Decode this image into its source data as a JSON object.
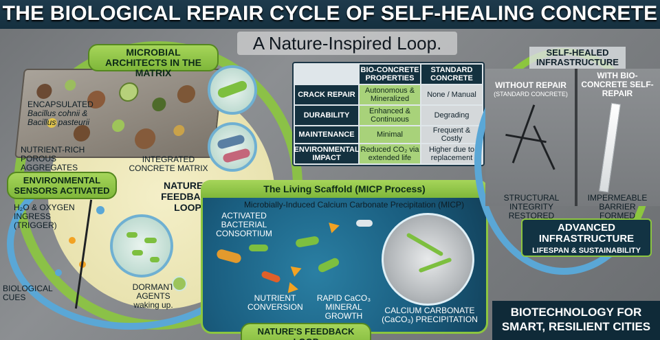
{
  "header": {
    "title": "THE BIOLOGICAL REPAIR CYCLE OF SELF-HEALING CONCRETE",
    "subtitle": "A Nature-Inspired Loop."
  },
  "microbial": {
    "heading": "MICROBIAL ARCHITECTS IN THE MATRIX",
    "encapsulated": "ENCAPSULATED",
    "species1": "Bacillus cohnii &",
    "species2": "Bacillus pasteurii",
    "nutrient_rich": "NUTRIENT-RICH POROUS AGGREGATES",
    "integrated": "INTEGRATED CONCRETE MATRIX"
  },
  "loop": {
    "label": "NATURE'S FEEDBACK LOOP",
    "bottom_label": "NATURE'S FEEDBACK LOOP"
  },
  "sensors": {
    "heading": "ENVIRONMENTAL SENSORS ACTIVATED",
    "ingress": "H₂O & OXYGEN INGRESS (TRIGGER)",
    "cues": "BIOLOGICAL CUES",
    "dormant": "DORMANT AGENTS waking up."
  },
  "table": {
    "headers": [
      "",
      "BIO-CONCRETE PROPERTIES",
      "STANDARD CONCRETE"
    ],
    "rows": [
      {
        "label": "CRACK REPAIR",
        "bio": "Autonomous & Mineralized",
        "std": "None / Manual"
      },
      {
        "label": "DURABILITY",
        "bio": "Enhanced & Continuous",
        "std": "Degrading"
      },
      {
        "label": "MAINTENANCE",
        "bio": "Minimal",
        "std": "Frequent & Costly"
      },
      {
        "label": "ENVIRONMENTAL IMPACT",
        "bio": "Reduced CO₂ via extended life",
        "std": "Higher due to replacement"
      }
    ]
  },
  "scaffold": {
    "title": "The Living Scaffold (MICP Process)",
    "subtitle": "Microbially-Induced Calcium Carbonate Precipitation (MICP)",
    "activated": "ACTIVATED BACTERIAL CONSORTIUM",
    "nutrient": "NUTRIENT CONVERSION",
    "rapid": "RAPID CaCO₃ MINERAL GROWTH",
    "calcium": "CALCIUM CARBONATE (CaCO₃) PRECIPITATION"
  },
  "infrastructure": {
    "heading": "SELF-HEALED INFRASTRUCTURE",
    "without": "WITHOUT REPAIR",
    "without_sub": "(STANDARD CONCRETE)",
    "with": "WITH BIO-CONCRETE SELF-REPAIR",
    "structural": "STRUCTURAL INTEGRITY RESTORED",
    "impermeable": "IMPERMEABLE BARRIER FORMED",
    "advanced": "ADVANCED INFRASTRUCTURE",
    "lifespan": "LIFESPAN & SUSTAINABILITY"
  },
  "footer": {
    "biotech": "BIOTECHNOLOGY FOR SMART, RESILIENT CITIES"
  },
  "colors": {
    "accent_green": "#8cc63f",
    "accent_blue": "#5aa7d6",
    "dark_navy": "#14313f",
    "scaffold_blue": "#1a5e80"
  }
}
